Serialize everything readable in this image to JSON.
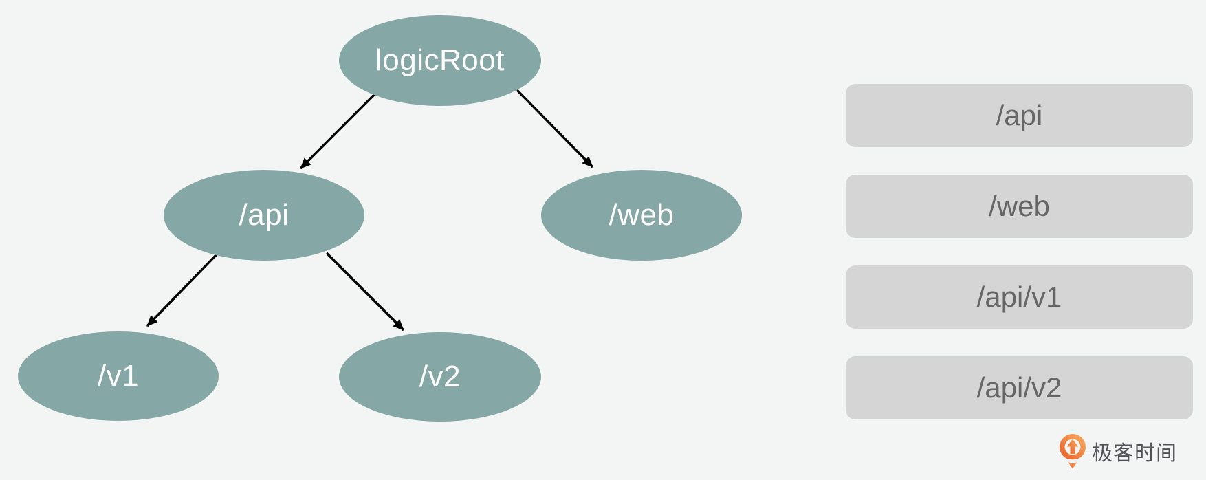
{
  "diagram": {
    "nodes": [
      {
        "id": "logicRoot",
        "label": "logicRoot"
      },
      {
        "id": "api",
        "label": "/api"
      },
      {
        "id": "web",
        "label": "/web"
      },
      {
        "id": "v1",
        "label": "/v1"
      },
      {
        "id": "v2",
        "label": "/v2"
      }
    ],
    "edges": [
      {
        "from": "logicRoot",
        "to": "api"
      },
      {
        "from": "logicRoot",
        "to": "web"
      },
      {
        "from": "api",
        "to": "v1"
      },
      {
        "from": "api",
        "to": "v2"
      }
    ]
  },
  "routes": [
    {
      "label": "/api"
    },
    {
      "label": "/web"
    },
    {
      "label": "/api/v1"
    },
    {
      "label": "/api/v2"
    }
  ],
  "branding": {
    "logo_text": "极客时间",
    "logo_icon": "geektime-logo-icon"
  },
  "colors": {
    "background": "#f3f5f4",
    "node_fill": "#85a8a6",
    "node_text": "#ffffff",
    "route_fill": "#d5d5d5",
    "route_text": "#666666",
    "edge": "#000000",
    "logo_orange_light": "#f9b064",
    "logo_orange_dark": "#e65b25",
    "logo_text_color": "#50545a"
  }
}
